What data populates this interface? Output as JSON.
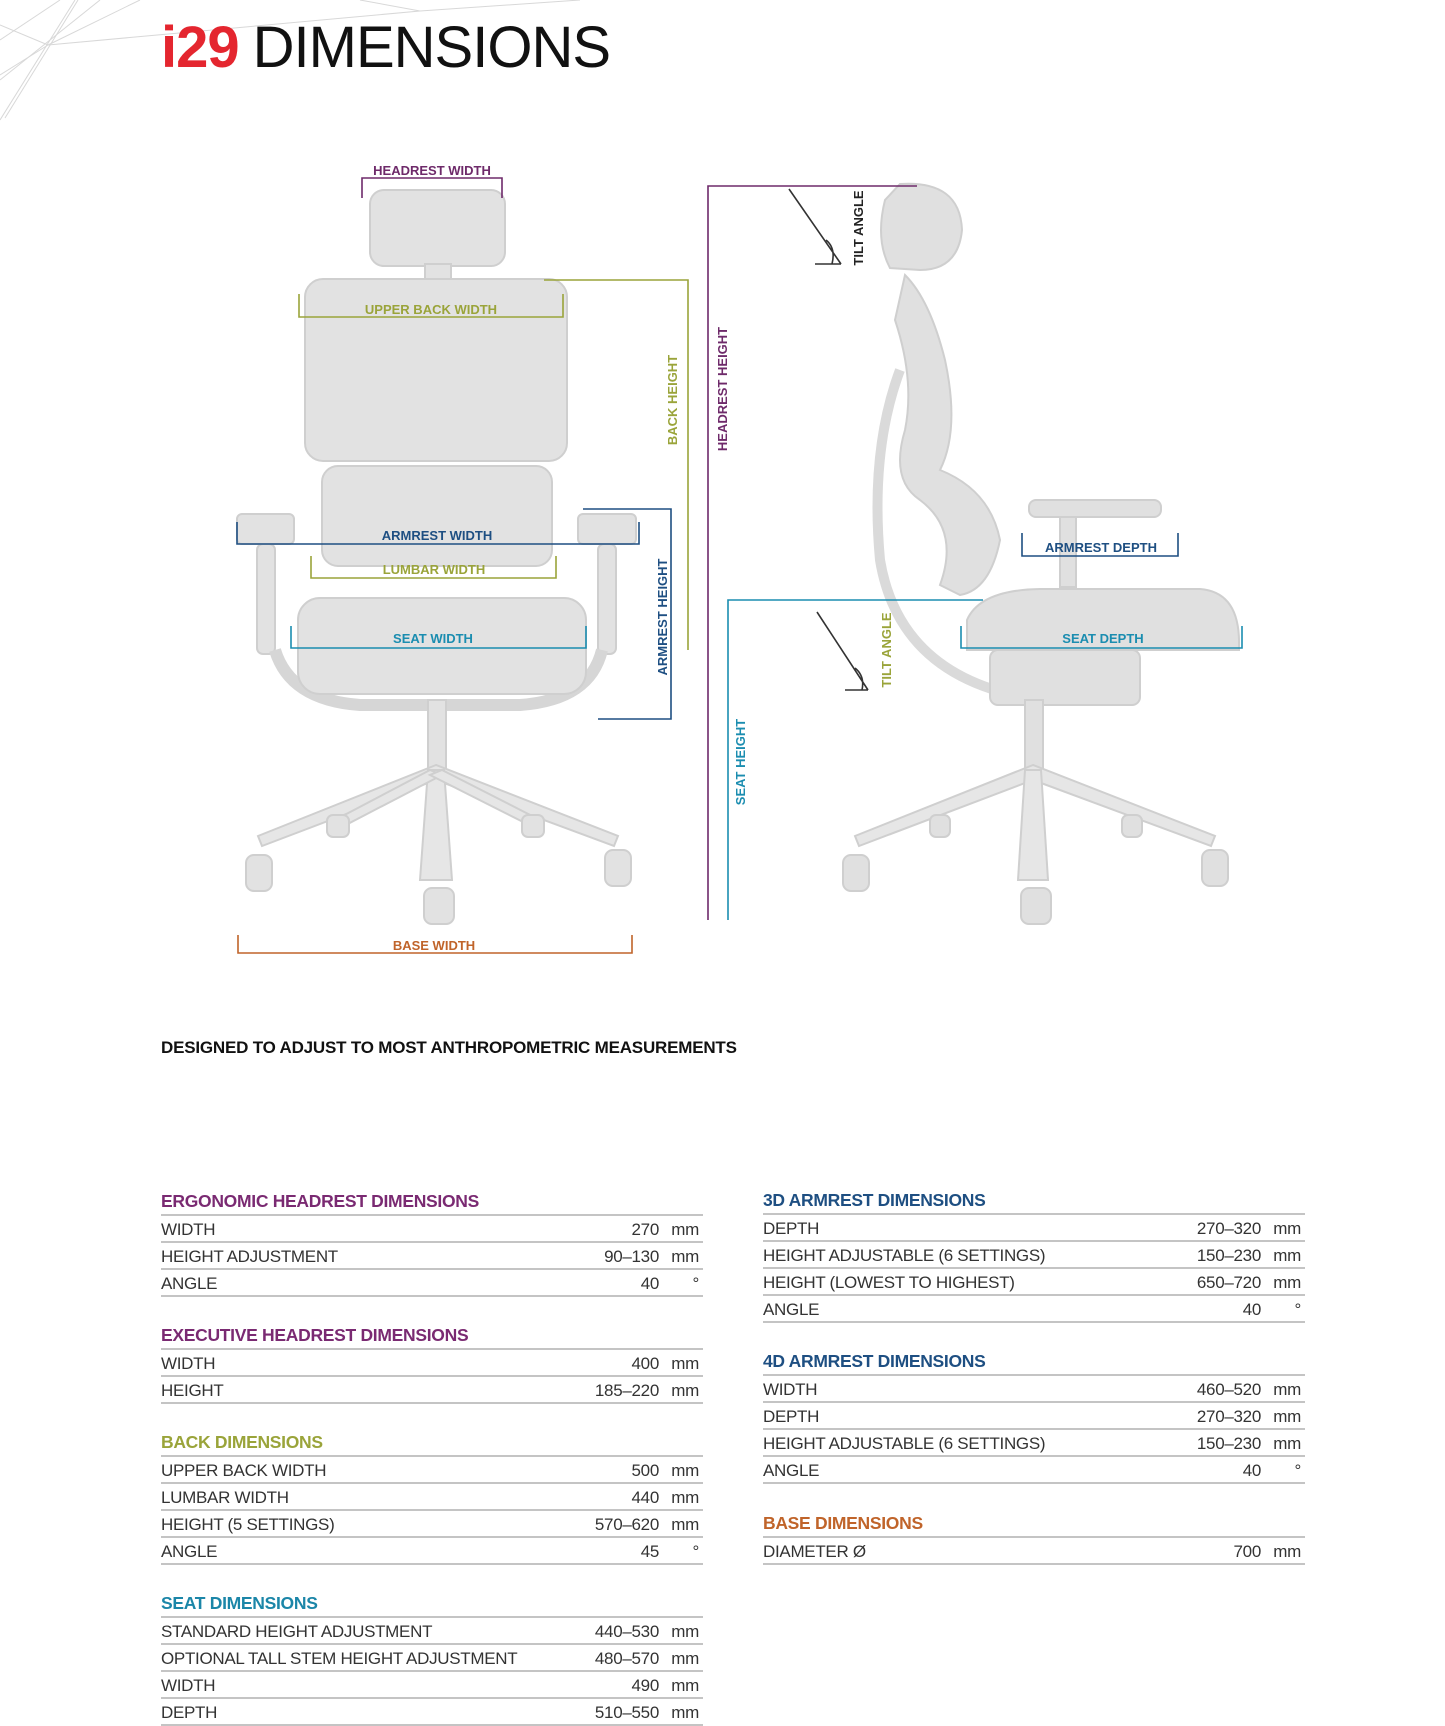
{
  "header": {
    "brand": "i29",
    "title": "DIMENSIONS"
  },
  "diagram": {
    "front": {
      "headrest_width": "HEADREST WIDTH",
      "upper_back_width": "UPPER BACK WIDTH",
      "back_height": "BACK HEIGHT",
      "headrest_height": "HEADREST HEIGHT",
      "armrest_width": "ARMREST WIDTH",
      "lumbar_width": "LUMBAR WIDTH",
      "seat_width": "SEAT WIDTH",
      "armrest_height": "ARMREST HEIGHT",
      "base_width": "BASE WIDTH"
    },
    "side": {
      "tilt_angle_top": "TILT ANGLE",
      "armrest_depth": "ARMREST DEPTH",
      "seat_depth": "SEAT DEPTH",
      "tilt_angle_seat": "TILT ANGLE",
      "seat_height": "SEAT HEIGHT"
    },
    "colors": {
      "purple": "#6e2a6a",
      "olive": "#9aa43a",
      "navy": "#1e4f82",
      "teal": "#1b8db0",
      "orange": "#c0642a"
    }
  },
  "subtitle": "DESIGNED TO ADJUST TO MOST ANTHROPOMETRIC MEASUREMENTS",
  "left_sections": [
    {
      "title": "ERGONOMIC HEADREST DIMENSIONS",
      "color": "#7a2a72",
      "rows": [
        {
          "label": "WIDTH",
          "value": "270",
          "unit": "mm"
        },
        {
          "label": "HEIGHT ADJUSTMENT",
          "value": "90–130",
          "unit": "mm"
        },
        {
          "label": "ANGLE",
          "value": "40",
          "unit": "°"
        }
      ]
    },
    {
      "title": "EXECUTIVE HEADREST DIMENSIONS",
      "color": "#7a2a72",
      "rows": [
        {
          "label": "WIDTH",
          "value": "400",
          "unit": "mm"
        },
        {
          "label": "HEIGHT",
          "value": "185–220",
          "unit": "mm"
        }
      ]
    },
    {
      "title": "BACK DIMENSIONS",
      "color": "#9aa43a",
      "rows": [
        {
          "label": "UPPER BACK WIDTH",
          "value": "500",
          "unit": "mm"
        },
        {
          "label": "LUMBAR WIDTH",
          "value": "440",
          "unit": "mm"
        },
        {
          "label": "HEIGHT (5 SETTINGS)",
          "value": "570–620",
          "unit": "mm"
        },
        {
          "label": "ANGLE",
          "value": "45",
          "unit": "°"
        }
      ]
    },
    {
      "title": "SEAT DIMENSIONS",
      "color": "#1b86a8",
      "rows": [
        {
          "label": "STANDARD HEIGHT ADJUSTMENT",
          "value": "440–530",
          "unit": "mm"
        },
        {
          "label": "OPTIONAL TALL STEM HEIGHT ADJUSTMENT",
          "value": "480–570",
          "unit": "mm"
        },
        {
          "label": "WIDTH",
          "value": "490",
          "unit": "mm"
        },
        {
          "label": "DEPTH",
          "value": "510–550",
          "unit": "mm"
        }
      ]
    }
  ],
  "right_sections": [
    {
      "title": "3D ARMREST DIMENSIONS",
      "color": "#1e4f82",
      "rows": [
        {
          "label": "DEPTH",
          "value": "270–320",
          "unit": "mm"
        },
        {
          "label": "HEIGHT ADJUSTABLE  (6 SETTINGS)",
          "value": "150–230",
          "unit": "mm"
        },
        {
          "label": "HEIGHT (LOWEST TO HIGHEST)",
          "value": "650–720",
          "unit": "mm"
        },
        {
          "label": "ANGLE",
          "value": "40",
          "unit": "°"
        }
      ]
    },
    {
      "title": "4D ARMREST DIMENSIONS",
      "color": "#1e4f82",
      "rows": [
        {
          "label": "WIDTH",
          "value": "460–520",
          "unit": "mm"
        },
        {
          "label": "DEPTH",
          "value": "270–320",
          "unit": "mm"
        },
        {
          "label": "HEIGHT ADJUSTABLE  (6 SETTINGS)",
          "value": "150–230",
          "unit": "mm"
        },
        {
          "label": "ANGLE",
          "value": "40",
          "unit": "°"
        }
      ]
    },
    {
      "title": "BASE DIMENSIONS",
      "color": "#c0642a",
      "rows": [
        {
          "label": "DIAMETER Ø",
          "value": "700",
          "unit": "mm"
        }
      ]
    }
  ]
}
